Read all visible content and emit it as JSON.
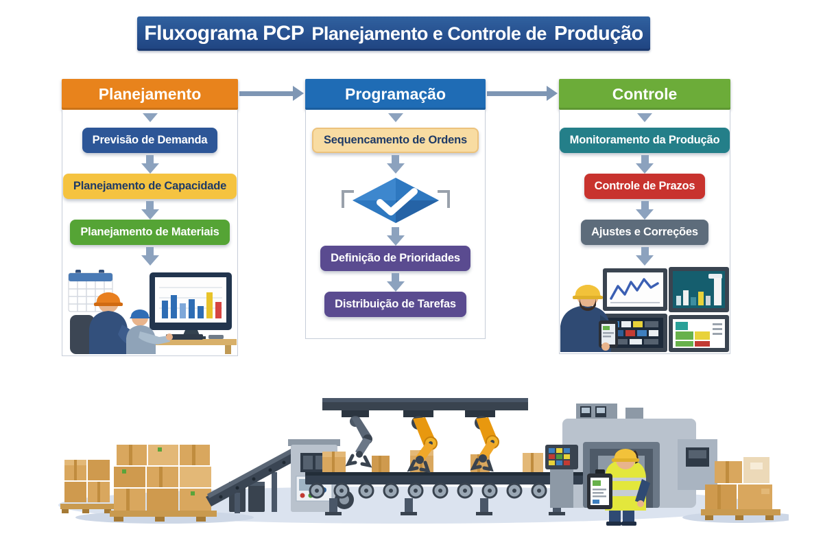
{
  "title": {
    "brand": "Fluxograma PCP",
    "middle": "Planejamento e Controle de",
    "emphasis": "Produção"
  },
  "columns": [
    {
      "label": "Planejamento",
      "header_color": "#e8831c",
      "steps": [
        {
          "label": "Previsão de Demanda",
          "bg": "#2d5697",
          "fg": "#ffffff"
        },
        {
          "label": "Planejamento de Capacidade",
          "bg": "#f5c340",
          "fg": "#1e3a66"
        },
        {
          "label": "Planejamento de Materiais",
          "bg": "#55a435",
          "fg": "#ffffff"
        }
      ],
      "illustration": "two-workers-reviewing-bar-chart-monitor-with-calendar"
    },
    {
      "label": "Programação",
      "header_color": "#1f6cb5",
      "steps": [
        {
          "label": "Sequencamento de Ordens",
          "bg": "#f8dca2",
          "fg": "#1e3a66"
        },
        {
          "type": "decision",
          "icon": "checkmark-diamond",
          "bg": "#2e78c0"
        },
        {
          "label": "Definição de Prioridades",
          "bg": "#5a4b90",
          "fg": "#ffffff"
        },
        {
          "label": "Distribuição de Tarefas",
          "bg": "#5a4b90",
          "fg": "#ffffff"
        }
      ],
      "illustration": ""
    },
    {
      "label": "Controle",
      "header_color": "#6cac39",
      "steps": [
        {
          "label": "Monitoramento da Produção",
          "bg": "#247f89",
          "fg": "#ffffff"
        },
        {
          "label": "Controle de Prazos",
          "bg": "#c8332e",
          "fg": "#ffffff"
        },
        {
          "label": "Ajustes e Correções",
          "bg": "#5d6c7b",
          "fg": "#ffffff"
        }
      ],
      "illustration": "worker-with-hardhat-monitoring-four-dashboards"
    }
  ],
  "footer_illustration": "automated-production-line-conveyor-robotic-arms-boxes-pallets-and-inspector",
  "colors": {
    "banner_bg": "#27508f",
    "arrow": "#8ca2be",
    "horizontal_arrow": "#7e96b4",
    "diamond": "#2e78c0",
    "column_border": "#c6cdd8",
    "ground": "#dbe3ef",
    "box_tan": "#d9a75e",
    "robot_orange": "#e8980f",
    "machine_gray": "#b9c2cd",
    "helmet_yellow": "#f2c23a",
    "helmet_orange": "#e87f1f",
    "helmet_blue": "#2f6db5"
  }
}
